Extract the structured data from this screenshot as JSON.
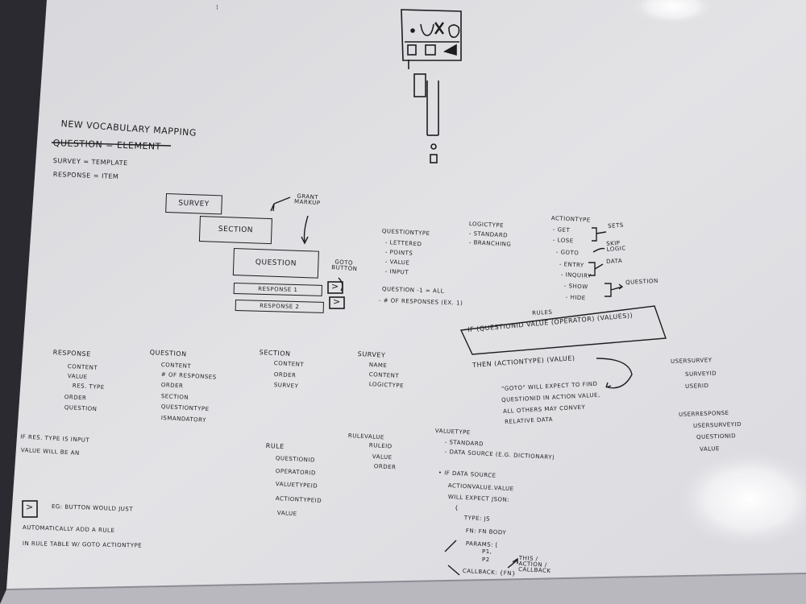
{
  "vocab": {
    "title": "New Vocabulary Mapping",
    "line1": "Question = Element",
    "line2": "Survey = Template",
    "line3": "Response = Item"
  },
  "diagram": {
    "survey": "Survey",
    "section": "Section",
    "question": "Question",
    "response1": "Response 1",
    "response2": "Response 2",
    "arrow_symbol": ">",
    "grant_markup": "Grant Markup",
    "goto_button": "Goto Button"
  },
  "question_type": {
    "title": "QuestionType",
    "items": [
      "- Lettered",
      "- Points",
      "- Value",
      "- Input"
    ]
  },
  "logic_type": {
    "title": "LogicType",
    "items": [
      "- Standard",
      "- Branching"
    ]
  },
  "action_type": {
    "title": "ActionType",
    "items": [
      "- Get",
      "- Lose",
      "- Goto",
      "- Entry",
      "- Inquiry",
      "- Show",
      "- Hide"
    ],
    "note_sets": "Sets",
    "note_skip": "Skip Logic",
    "note_data": "Data",
    "note_question": "Question"
  },
  "question_note": {
    "line1": "Question -1 = All",
    "line2": "- # of Responses (ex. 1)"
  },
  "rules": {
    "title": "Rules",
    "line1": "If (QuestionID Value (Operator) (Values))",
    "line2": "Then (ActionType) (Value)",
    "goto_note1": "\"Goto\" will expect to find",
    "goto_note2": "QuestionID in Action Value,",
    "goto_note3": "all others may convey",
    "goto_note4": "relative data"
  },
  "entities": {
    "response": {
      "title": "Response",
      "fields": [
        "Content",
        "Value",
        "Res. Type",
        "Order",
        "Question"
      ]
    },
    "question": {
      "title": "Question",
      "fields": [
        "Content",
        "# of Responses",
        "Order",
        "Section",
        "QuestionType",
        "IsMandatory"
      ]
    },
    "section": {
      "title": "Section",
      "fields": [
        "Content",
        "Order",
        "Survey"
      ]
    },
    "survey": {
      "title": "Survey",
      "fields": [
        "Name",
        "Content",
        "LogicType"
      ]
    },
    "user_survey": {
      "title": "UserSurvey",
      "fields": [
        "SurveyID",
        "UserID"
      ]
    },
    "user_response": {
      "title": "UserResponse",
      "fields": [
        "UserSurveyID",
        "QuestionID",
        "Value"
      ]
    },
    "rule": {
      "title": "Rule",
      "fields": [
        "QuestionID",
        "OperatorID",
        "ValueTypeID",
        "ActionTypeID",
        "Value"
      ]
    },
    "rule_value": {
      "title": "RuleValue",
      "fields": [
        "RuleID",
        "Value",
        "Order"
      ]
    }
  },
  "value_type": {
    "title": "ValueType",
    "items": [
      "- Standard",
      "- Data Source (e.g. Dictionary)"
    ],
    "ds_line1": "• If Data Source",
    "ds_line2": "ActionValue.Value",
    "ds_line3": "will expect JSON:",
    "json1": "{",
    "json2": "Type: Js",
    "json3": "fn: fn body",
    "json4": "Params: [",
    "json5": "p1,",
    "json6": "p2",
    "json7": "Callback: {fn}",
    "json8": "This / Action / Callback"
  },
  "res_type_note": {
    "line1": "• If Res. Type is Input",
    "line2": "Value will be an"
  },
  "goto_button_note": {
    "icon": ">",
    "line1": "Eg: button would just",
    "line2": "automatically add a rule",
    "line3": "in Rule table w/ Goto ActionType"
  }
}
